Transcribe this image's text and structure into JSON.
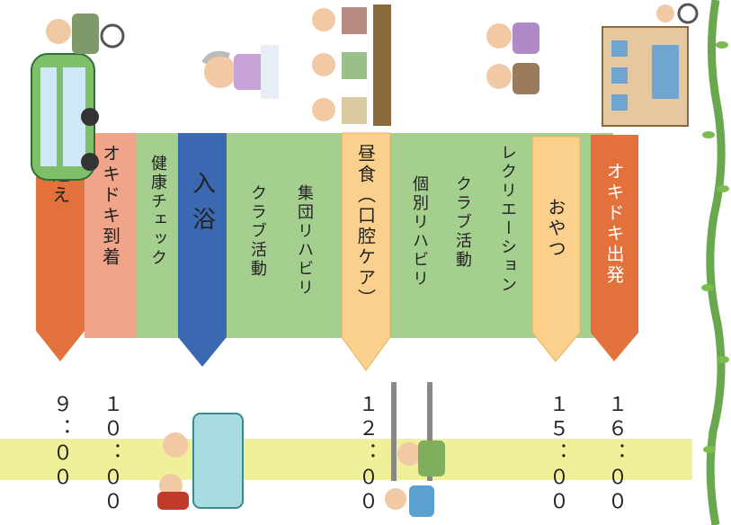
{
  "colors": {
    "orange": "#e2713b",
    "salmon": "#f0a58b",
    "green": "#a5cf8e",
    "blue": "#3b69b1",
    "peach": "#fbd08c",
    "highlight": "#f0ef9a",
    "vine": "#6aa84f"
  },
  "schedule": [
    {
      "label": "お迎え"
    },
    {
      "label": "オキドキ到着"
    },
    {
      "label": "健康チェック"
    },
    {
      "label": "入浴"
    },
    {
      "label": "クラブ活動"
    },
    {
      "label": "集団リハビリ"
    },
    {
      "label": "昼食（口腔ケア）"
    },
    {
      "label": "個別リハビリ"
    },
    {
      "label": "クラブ活動"
    },
    {
      "label": "レクリエーション"
    },
    {
      "label": "おやつ"
    },
    {
      "label": "オキドキ出発"
    }
  ],
  "times": [
    {
      "label": "９：００"
    },
    {
      "label": "１０：００"
    },
    {
      "label": "１２：００"
    },
    {
      "label": "１５：００"
    },
    {
      "label": "１６：００"
    }
  ]
}
